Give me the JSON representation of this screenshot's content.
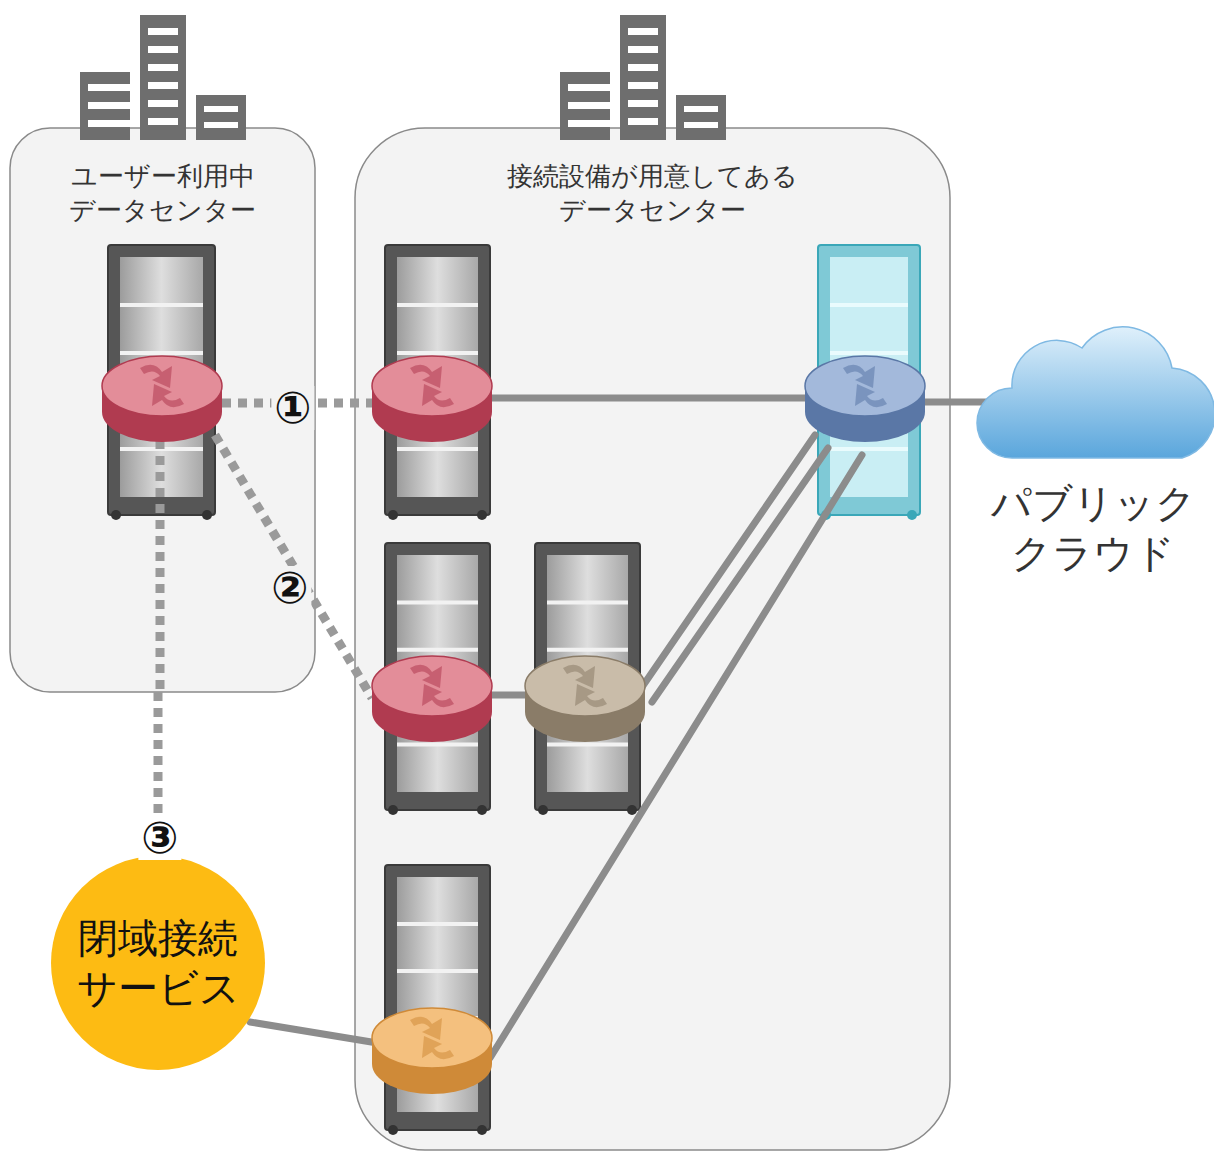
{
  "diagram": {
    "nodes": [
      {
        "text": [
          "ユーザー利用中 データセンター"
        ]
      },
      {
        "text": [
          "接続設備が用意してある データセンター"
        ]
      },
      {
        "text": [
          "パブリック クラウド"
        ]
      },
      {
        "text": [
          "閉域接続 サービス"
        ]
      }
    ],
    "edges": [
      {
        "from": 0,
        "to": 3,
        "arrow": "none",
        "label": "③"
      }
    ],
    "labels": [
      "①",
      "②"
    ]
  }
}
